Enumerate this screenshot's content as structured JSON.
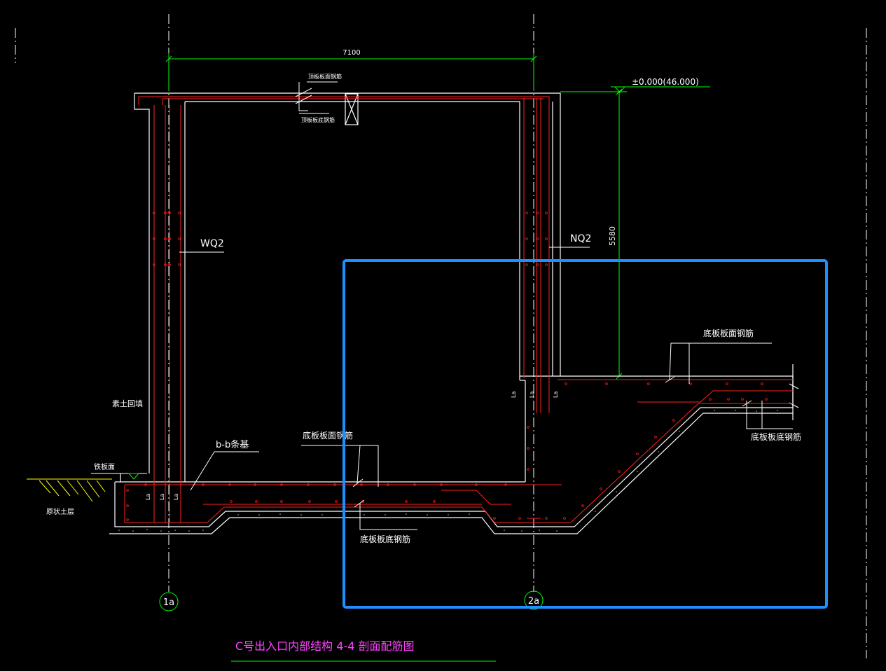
{
  "drawing": {
    "title": "C号出入口内部结构 4-4 剖面配筋图",
    "span_dimension": "7100",
    "height_dimension": "5580",
    "elevation": "±0.000(46.000)",
    "axes": [
      "1a",
      "2a"
    ],
    "labels": {
      "wall_left": "WQ2",
      "wall_right": "NQ2",
      "roof_top_rebar": "顶板板面钢筋",
      "roof_bottom_rebar": "顶板板底钢筋",
      "floor_top_rebar_left": "底板板面钢筋",
      "floor_bottom_rebar_left": "底板板底钢筋",
      "floor_top_rebar_right": "底板板面钢筋",
      "floor_bottom_rebar_right": "底板板底钢筋",
      "strip_footing": "b-b条基",
      "backfill": "素土回填",
      "floor_surface": "铁板面",
      "original_soil": "原状土层",
      "la_mark": "La"
    }
  },
  "colors": {
    "background": "#000000",
    "structure": "#ffffff",
    "rebar": "#ff2020",
    "dimension": "#00ff00",
    "text": "#ffffff",
    "axis": "#ffffff",
    "axis_bubble": "#00ff00",
    "leader": "#ffffff",
    "highlight": "#1e8fff",
    "title": "#ff44ff",
    "soil_hatch": "#ffff00",
    "blinding": "#aaaaaa"
  }
}
